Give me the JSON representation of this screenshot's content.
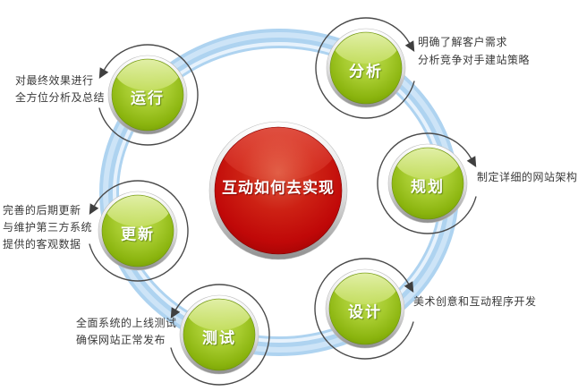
{
  "center": {
    "label": "互动如何去实现"
  },
  "nodes": [
    {
      "id": "analysis",
      "label": "分析",
      "annotation": [
        "明确了解客户需求",
        "分析竞争对手建站策略"
      ]
    },
    {
      "id": "planning",
      "label": "规划",
      "annotation": [
        "制定详细的网站架构"
      ]
    },
    {
      "id": "design",
      "label": "设计",
      "annotation": [
        "美术创意和互动程序开发"
      ]
    },
    {
      "id": "testing",
      "label": "测试",
      "annotation": [
        "全面系统的上线测试",
        "确保网站正常发布"
      ]
    },
    {
      "id": "update",
      "label": "更新",
      "annotation": [
        "完善的后期更新",
        "与维护第三方系统",
        "提供的客观数据"
      ]
    },
    {
      "id": "running",
      "label": "运行",
      "annotation": [
        "对最终效果进行",
        "全方位分析及总结"
      ]
    }
  ],
  "colors": {
    "node_green": "#8ab40e",
    "node_green_highlight": "#d9ec87",
    "center_red": "#c00808",
    "center_red_highlight": "#dd5a41",
    "band_blue": "#aed3f0",
    "arrow_gray": "#4a4a4a",
    "annotation_text": "#3a3a3a",
    "label_text": "#ffffff"
  }
}
